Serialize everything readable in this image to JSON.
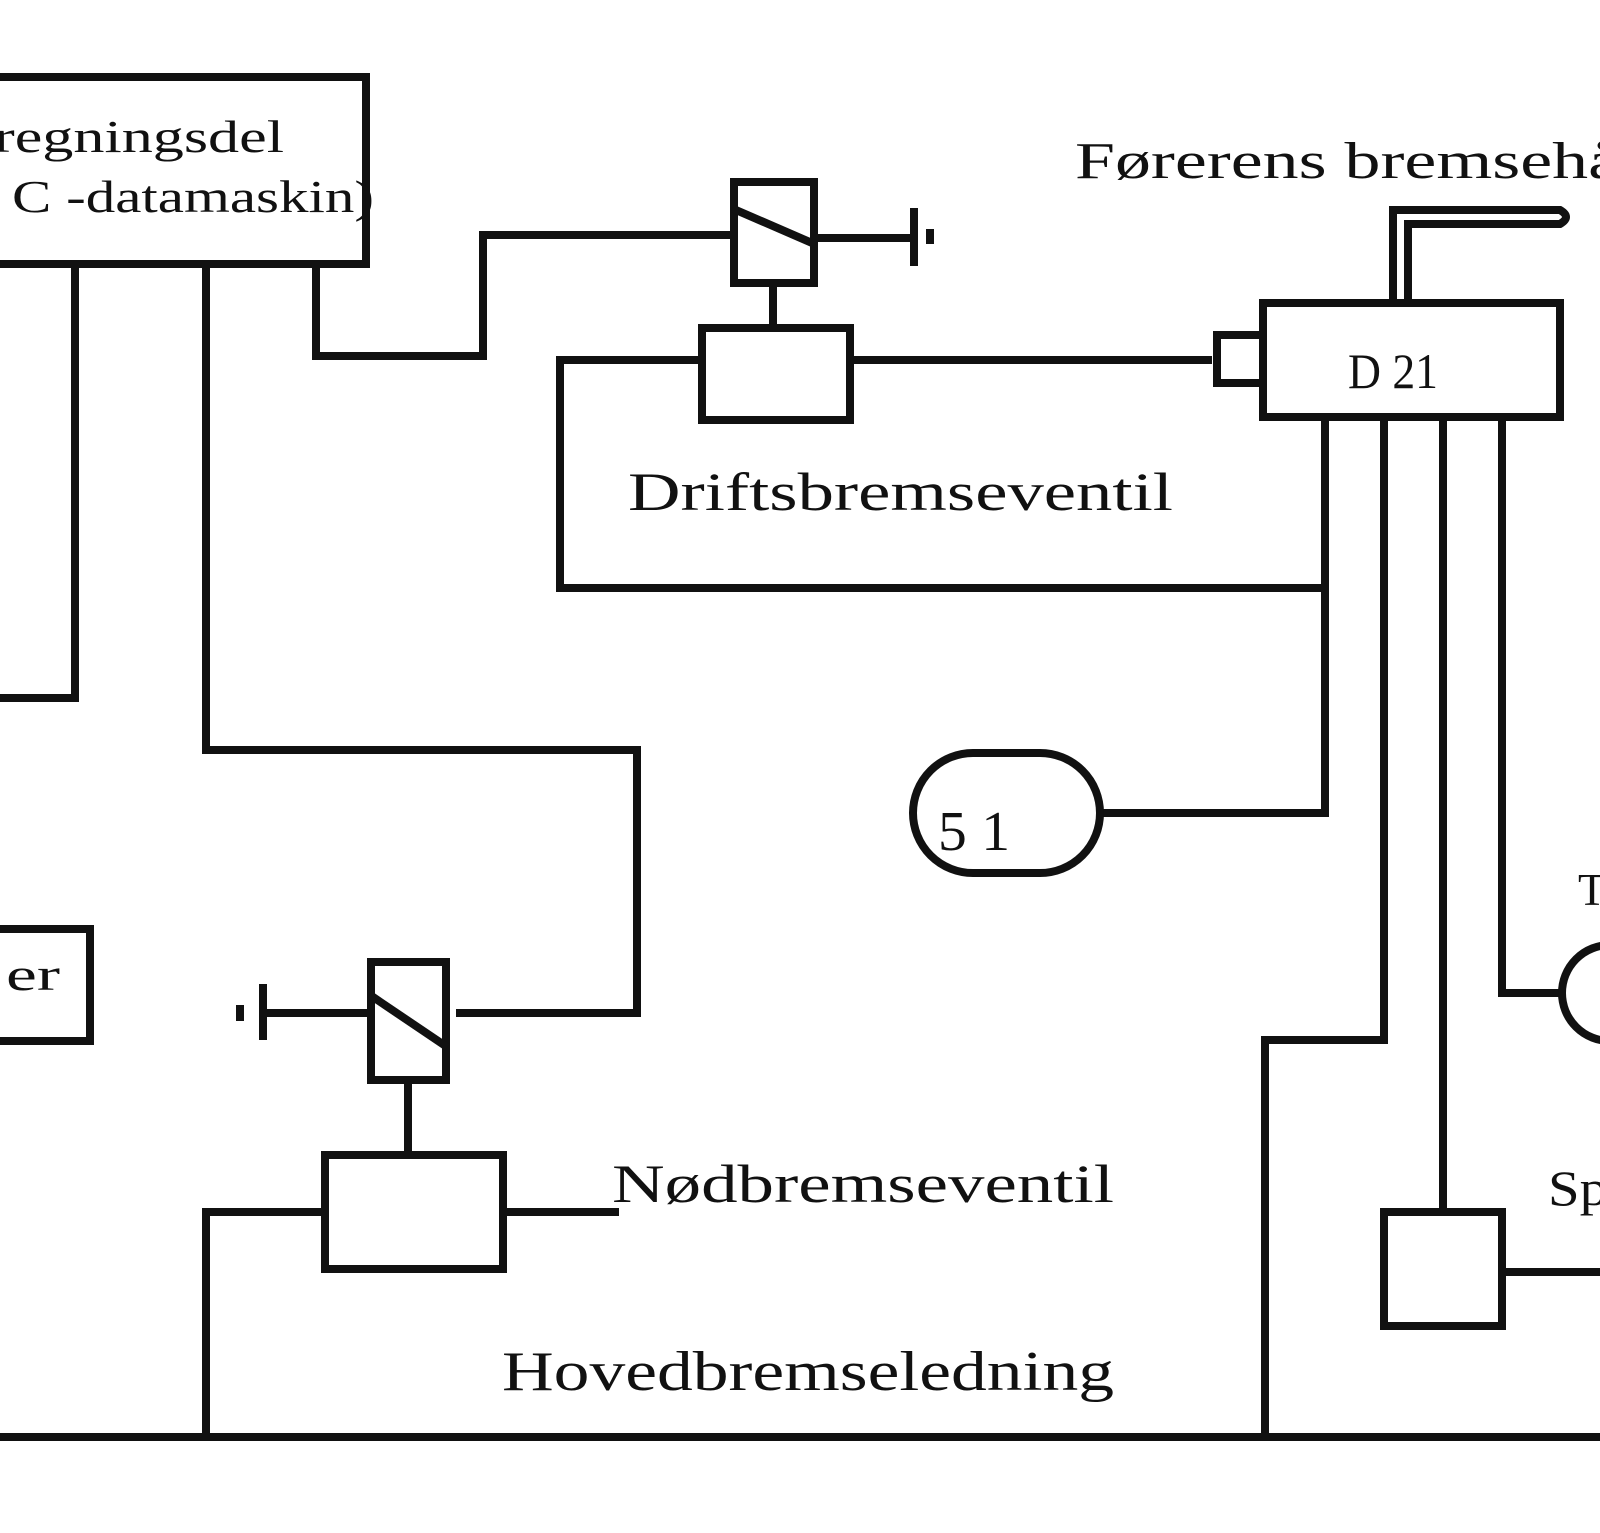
{
  "diagram": {
    "labels": {
      "computer_line1": "regningsdel",
      "computer_line2": "C -datamaskin)",
      "driver_handle": "Førerens bremsehå",
      "d21": "D 21",
      "service_valve": "Driftsbremseventil",
      "reservoir": "5 1",
      "left_box": "er",
      "emergency_valve": "Nødbremseventil",
      "main_pipe": "Hovedbremseledning",
      "right_t": "T",
      "right_sp": "Sp"
    }
  }
}
